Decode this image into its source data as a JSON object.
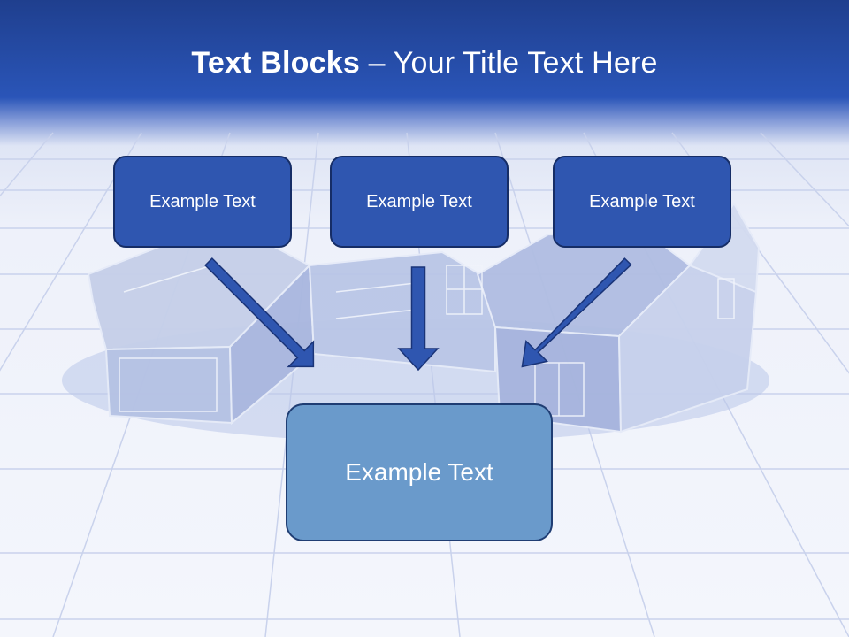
{
  "title": {
    "bold_part": "Text Blocks",
    "dash": " – ",
    "rest": "Your Title Text Here"
  },
  "boxes": {
    "top": [
      "Example Text",
      "Example Text",
      "Example Text"
    ],
    "bottom": "Example Text"
  },
  "colors": {
    "header": "#2a55b8",
    "top_box_fill": "#2f56b0",
    "top_box_border": "#162d66",
    "bottom_box_fill": "#6a9acb",
    "arrow": "#2f56b0"
  }
}
